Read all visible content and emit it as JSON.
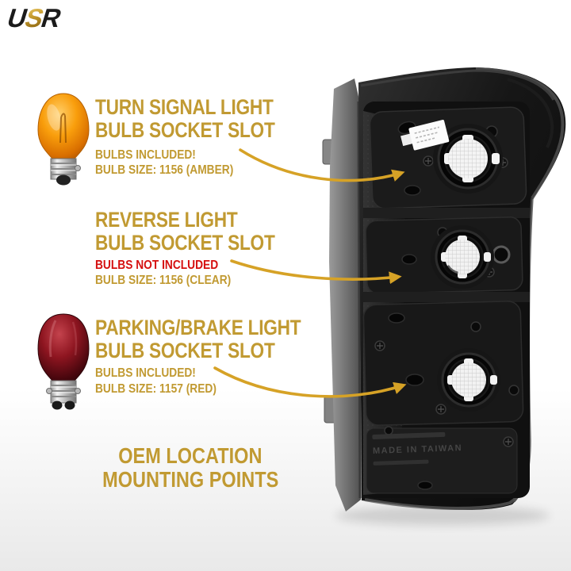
{
  "brand": {
    "letters": [
      "U",
      "S",
      "R"
    ]
  },
  "colors": {
    "gold": "#C19A32",
    "red": "#D50F0F",
    "arrow": "#D6A226"
  },
  "sections": [
    {
      "title_line1": "TURN SIGNAL LIGHT",
      "title_line2": "BULB SOCKET SLOT",
      "note": "BULBS INCLUDED!",
      "size_label": "BULB SIZE: 1156 (AMBER)",
      "bulb": "amber"
    },
    {
      "title_line1": "REVERSE LIGHT",
      "title_line2": "BULB SOCKET SLOT",
      "note": "BULBS NOT INCLUDED",
      "size_label": "BULB SIZE: 1156 (CLEAR)",
      "bulb": "none"
    },
    {
      "title_line1": "PARKING/BRAKE LIGHT",
      "title_line2": "BULB SOCKET SLOT",
      "note": "BULBS INCLUDED!",
      "size_label": "BULB SIZE: 1157 (RED)",
      "bulb": "red"
    }
  ],
  "footer": {
    "line1": "OEM LOCATION",
    "line2": "MOUNTING POINTS"
  },
  "housing": {
    "embossed_text": "MADE IN TAIWAN"
  }
}
